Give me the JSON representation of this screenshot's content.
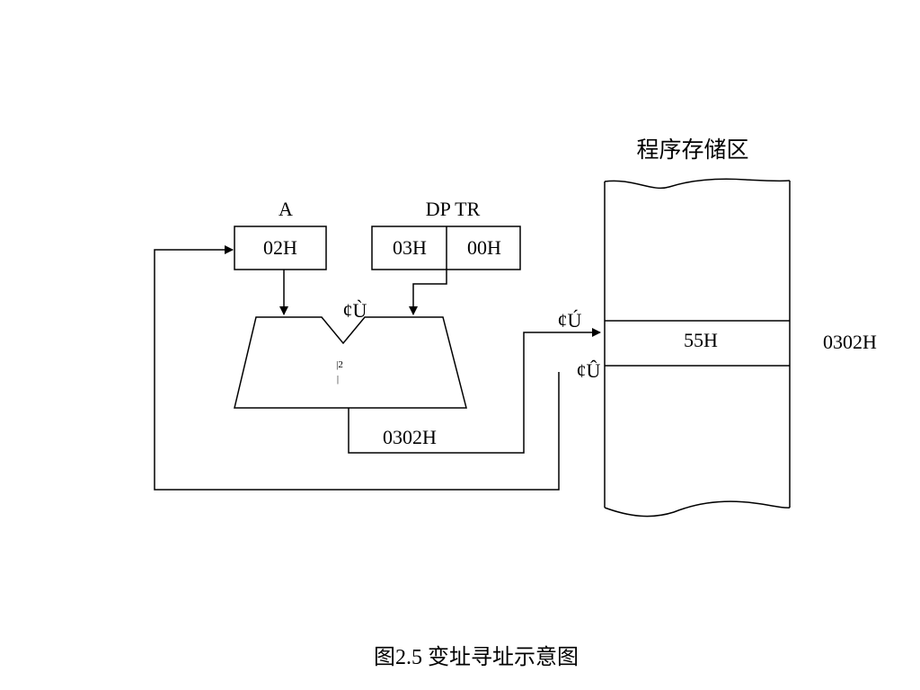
{
  "register_a": {
    "label": "A",
    "value": "02H"
  },
  "dptr": {
    "label": "DP TR",
    "high": "03H",
    "low": "00H"
  },
  "adder": {
    "marker_top": "¢Ù",
    "center_mark_1": "|2",
    "center_mark_2": "|"
  },
  "effective_address": "0302H",
  "memory": {
    "title": "程序存储区",
    "cell_value": "55H",
    "cell_address": "0302H"
  },
  "markers": {
    "m3": "¢Ú",
    "m4": "¢Û"
  },
  "caption": "图2.5  变址寻址示意图"
}
